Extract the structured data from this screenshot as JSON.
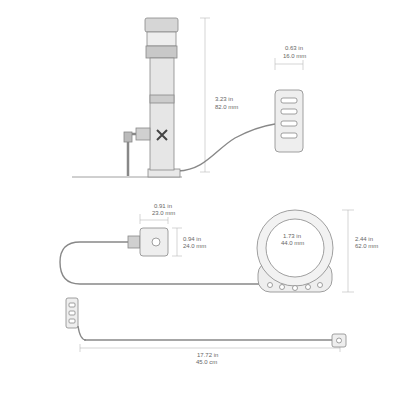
{
  "diagram": {
    "labels": [
      "0.63 in",
      "16.0 mm",
      "3.23 in",
      "82.0 mm",
      "0.91 in",
      "23.0 mm",
      "0.94 in",
      "24.0 mm",
      "1.73 in",
      "44.0 mm",
      "2.44 in",
      "62.0 mm",
      "17.72 in",
      "45.0 cm"
    ]
  }
}
